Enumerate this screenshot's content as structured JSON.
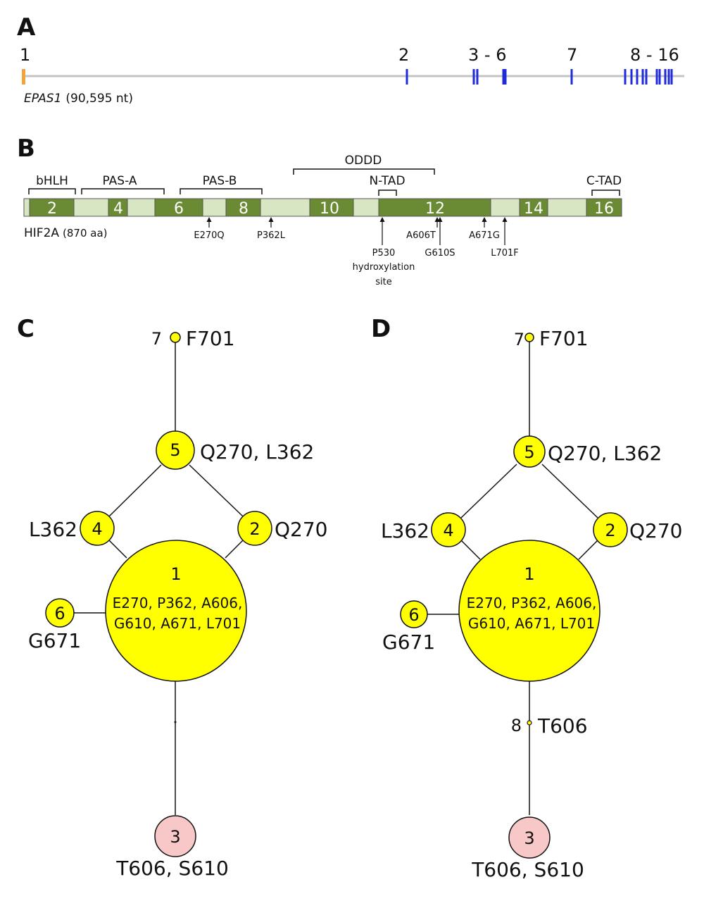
{
  "colors": {
    "exon_line": "#c4c4c4",
    "exon_mark": "#1f2bd9",
    "exon_first": "#f3a33a",
    "domain_dark": "#6a8a34",
    "domain_light": "#d8e6c4",
    "node_yellow": "#ffff00",
    "node_pink": "#f8c8c8"
  },
  "panelA": {
    "label": "A",
    "gene": "EPAS1",
    "gene_size": "(90,595 nt)",
    "exon_labels": [
      "1",
      "2",
      "3 - 6",
      "7",
      "8 - 16"
    ]
  },
  "panelB": {
    "label": "B",
    "protein": "HIF2A",
    "protein_size": "(870 aa)",
    "domains": [
      "bHLH",
      "PAS-A",
      "PAS-B",
      "ODDD",
      "N-TAD",
      "C-TAD"
    ],
    "segment_numbers": [
      "2",
      "4",
      "6",
      "8",
      "10",
      "12",
      "14",
      "16"
    ],
    "mutations": [
      "E270Q",
      "P362L",
      "P530",
      "hydroxylation",
      "site",
      "A606T",
      "G610S",
      "A671G",
      "L701F"
    ]
  },
  "panelC": {
    "label": "C",
    "nodes": [
      {
        "num": "7",
        "label": "F701"
      },
      {
        "num": "5",
        "label": "Q270, L362"
      },
      {
        "num": "4",
        "label": "L362"
      },
      {
        "num": "2",
        "label": "Q270"
      },
      {
        "num": "1",
        "label_line1": "E270, P362, A606,",
        "label_line2": "G610, A671, L701"
      },
      {
        "num": "6",
        "label": "G671"
      },
      {
        "num": "3",
        "label": "T606, S610"
      }
    ]
  },
  "panelD": {
    "label": "D",
    "nodes": [
      {
        "num": "7",
        "label": "F701"
      },
      {
        "num": "5",
        "label": "Q270, L362"
      },
      {
        "num": "4",
        "label": "L362"
      },
      {
        "num": "2",
        "label": "Q270"
      },
      {
        "num": "1",
        "label_line1": "E270, P362, A606,",
        "label_line2": "G610, A671, L701"
      },
      {
        "num": "6",
        "label": "G671"
      },
      {
        "num": "8",
        "label": "T606"
      },
      {
        "num": "3",
        "label": "T606, S610"
      }
    ]
  }
}
